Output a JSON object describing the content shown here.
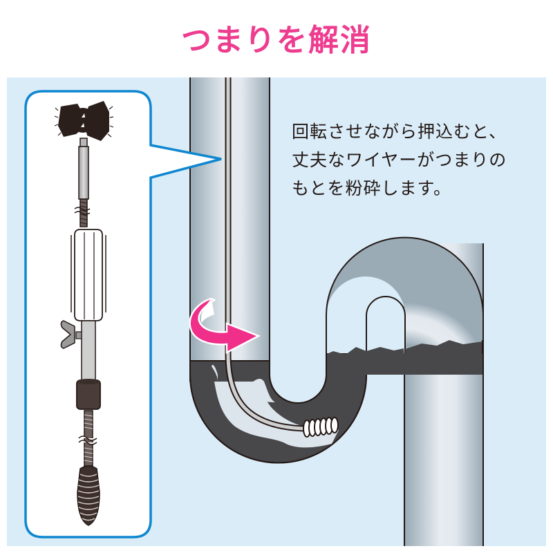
{
  "header": {
    "title": "つまりを解消"
  },
  "description": {
    "lines": [
      "回転させながら押込むと、",
      "丈夫なワイヤーがつまりの",
      "もとを粉砕します。"
    ]
  },
  "colors": {
    "title": "#ee3c8f",
    "panel_bg": "#d9ecf8",
    "callout_border": "#0f87d0",
    "pipe_dark": "#9aabb6",
    "pipe_light": "#e6ebf0",
    "clog": "#48474a",
    "arrow": "#ef2f89",
    "outline": "#231815"
  },
  "illustration": {
    "callout_icon": "drain-cleaner-tool-icon",
    "pipe_icon": "s-trap-pipe-icon",
    "rotation_icon": "rotate-arrow-icon",
    "tool_parts": [
      "brush-head",
      "shaft",
      "handle-grip",
      "wing-nut",
      "stopper",
      "coil-wire",
      "spring-tip"
    ]
  }
}
